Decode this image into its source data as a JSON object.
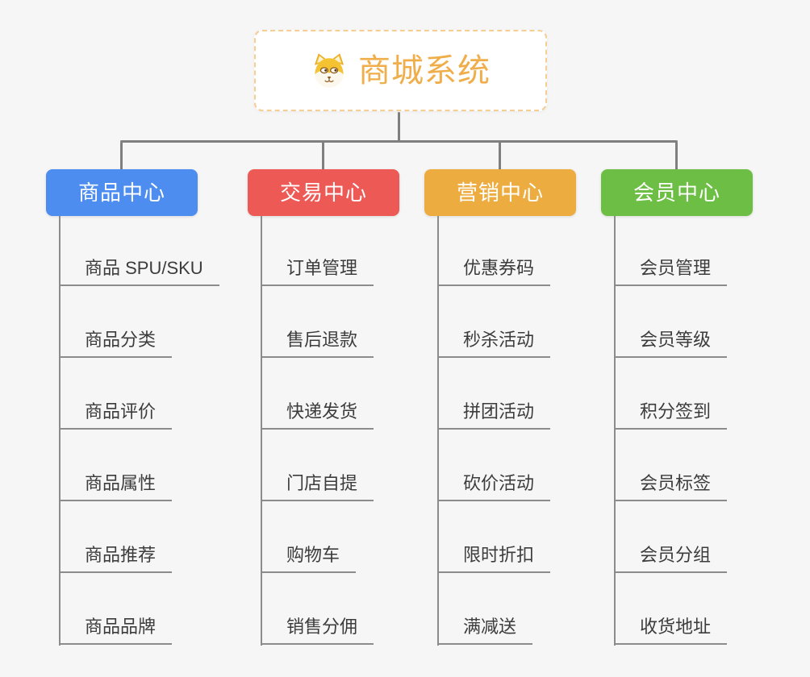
{
  "root": {
    "title": "商城系统",
    "icon": "dog-face-icon",
    "title_color": "#f0ae4a",
    "border_color": "#f6cd92"
  },
  "colors": {
    "connector": "#7f7f7f",
    "sub_line": "#8c8c8c",
    "sub_text": "#3c3c3c",
    "background": "#f6f6f6"
  },
  "branches": [
    {
      "label": "商品中心",
      "color": "#4d8df0",
      "items": [
        "商品 SPU/SKU",
        "商品分类",
        "商品评价",
        "商品属性",
        "商品推荐",
        "商品品牌"
      ]
    },
    {
      "label": "交易中心",
      "color": "#ed5a55",
      "items": [
        "订单管理",
        "售后退款",
        "快递发货",
        "门店自提",
        "购物车",
        "销售分佣"
      ]
    },
    {
      "label": "营销中心",
      "color": "#edac40",
      "items": [
        "优惠券码",
        "秒杀活动",
        "拼团活动",
        "砍价活动",
        "限时折扣",
        "满减送"
      ]
    },
    {
      "label": "会员中心",
      "color": "#6dbe45",
      "items": [
        "会员管理",
        "会员等级",
        "积分签到",
        "会员标签",
        "会员分组",
        "收货地址"
      ]
    }
  ]
}
